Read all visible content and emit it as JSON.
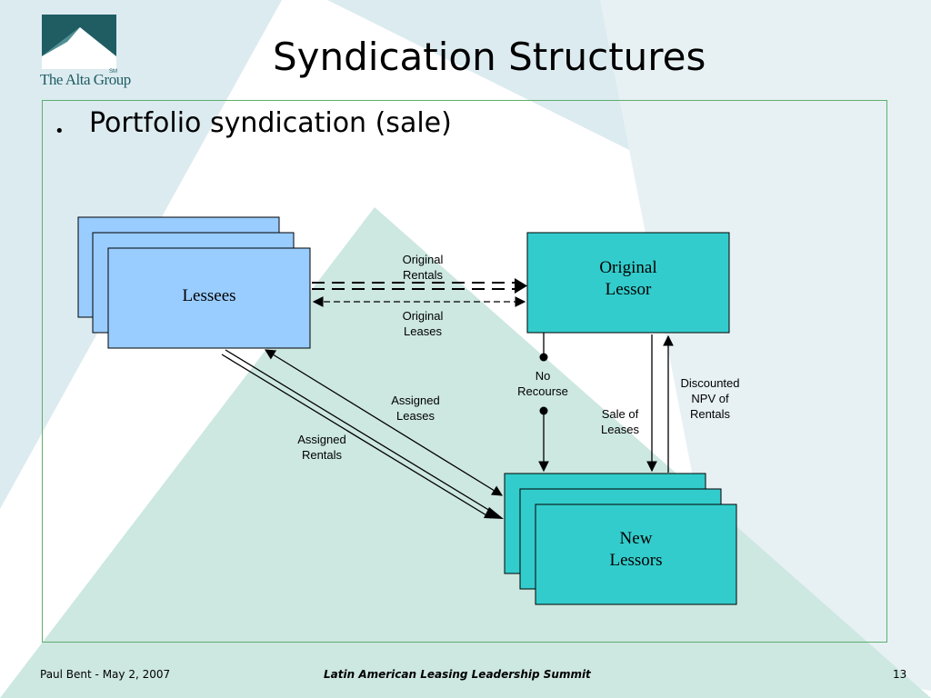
{
  "logo": {
    "text": "The Alta Group",
    "mark": "SM"
  },
  "title": "Syndication Structures",
  "bullet": "Portfolio syndication (sale)",
  "nodes": {
    "lessees": "Lessees",
    "original_lessor": "Original\nLessor",
    "new_lessors": "New\nLessors"
  },
  "edges": {
    "original_rentals": "Original\nRentals",
    "original_leases": "Original\nLeases",
    "no_recourse": "No\nRecourse",
    "assigned_leases": "Assigned\nLeases",
    "assigned_rentals": "Assigned\nRentals",
    "sale_of_leases": "Sale of\nLeases",
    "discounted_npv": "Discounted\nNPV of\nRentals"
  },
  "footer": {
    "left": "Paul Bent  -  May 2, 2007",
    "center": "Latin American Leasing Leadership Summit",
    "page_number": "13"
  },
  "colors": {
    "background_light": "#dcebf0",
    "background_mint": "#cde7e1",
    "lessee_box": "#99ccff",
    "lessor_box": "#33cccc",
    "frame": "#5fae6c",
    "logo_teal": "#1f5d63"
  }
}
